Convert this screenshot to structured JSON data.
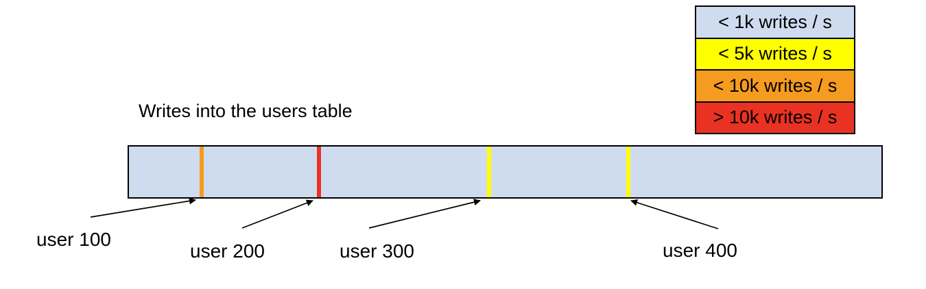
{
  "title": "Writes into the users table",
  "legend": {
    "items": [
      {
        "label": "< 1k writes / s",
        "color": "#cfdcf0"
      },
      {
        "label": "< 5k writes / s",
        "color": "#ffff00"
      },
      {
        "label": "< 10k writes / s",
        "color": "#f59b20"
      },
      {
        "label": "> 10k writes / s",
        "color": "#ea3223"
      }
    ]
  },
  "bar": {
    "fill": "#cfdcf0",
    "border": "#000000"
  },
  "users": [
    {
      "label": "user 100",
      "tick_color": "#f59b20"
    },
    {
      "label": "user 200",
      "tick_color": "#ea3223"
    },
    {
      "label": "user 300",
      "tick_color": "#ffff00"
    },
    {
      "label": "user 400",
      "tick_color": "#ffff00"
    }
  ],
  "arrow_color": "#000000"
}
